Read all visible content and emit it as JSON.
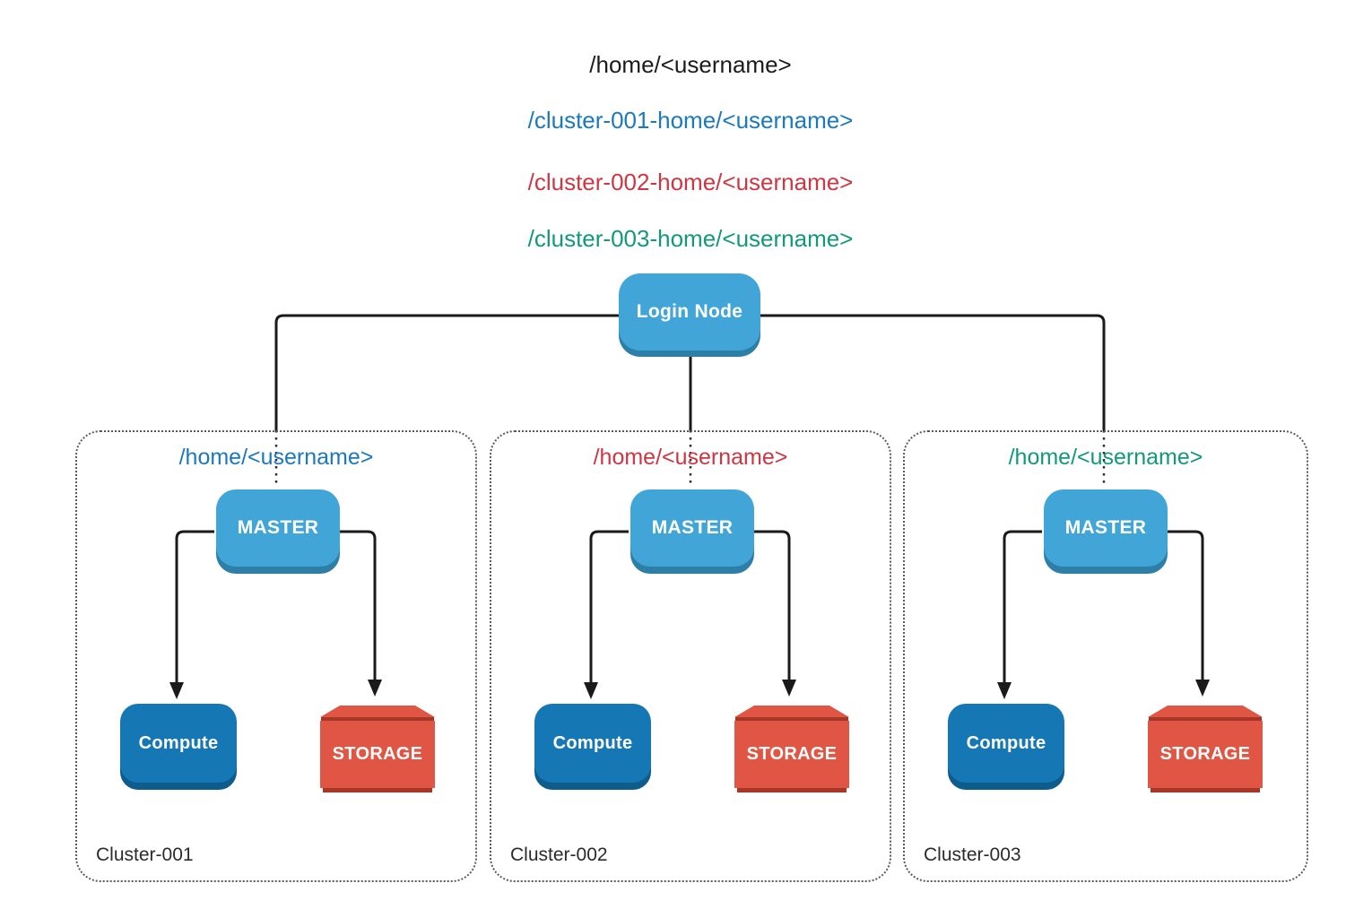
{
  "header_paths": [
    {
      "text": "/home/<username>",
      "color": "#1c1c1c"
    },
    {
      "text": "/cluster-001-home/<username>",
      "color": "#1B79BE"
    },
    {
      "text": "/cluster-002-home/<username>",
      "color": "#CE3642"
    },
    {
      "text": "/cluster-003-home/<username>",
      "color": "#12997A"
    }
  ],
  "login_node": {
    "label": "Login Node"
  },
  "clusters": [
    {
      "name": "Cluster-001",
      "home_path": "/home/<username>",
      "home_color": "#1B79BE",
      "master_label": "MASTER",
      "compute_label": "Compute",
      "storage_label": "STORAGE"
    },
    {
      "name": "Cluster-002",
      "home_path": "/home/<username>",
      "home_color": "#CE3642",
      "master_label": "MASTER",
      "compute_label": "Compute",
      "storage_label": "STORAGE"
    },
    {
      "name": "Cluster-003",
      "home_path": "/home/<username>",
      "home_color": "#12997A",
      "master_label": "MASTER",
      "compute_label": "Compute",
      "storage_label": "STORAGE"
    }
  ],
  "colors": {
    "node_blue": "#41A5D8",
    "node_blue_shadow": "#2E7FA8",
    "compute_blue": "#1677B5",
    "compute_blue_shadow": "#0D5C8B",
    "storage_red": "#E05543",
    "storage_dark_red": "#A83627",
    "connector_black": "#1a1a1a",
    "cluster_border_gray": "#5a5a5a"
  }
}
